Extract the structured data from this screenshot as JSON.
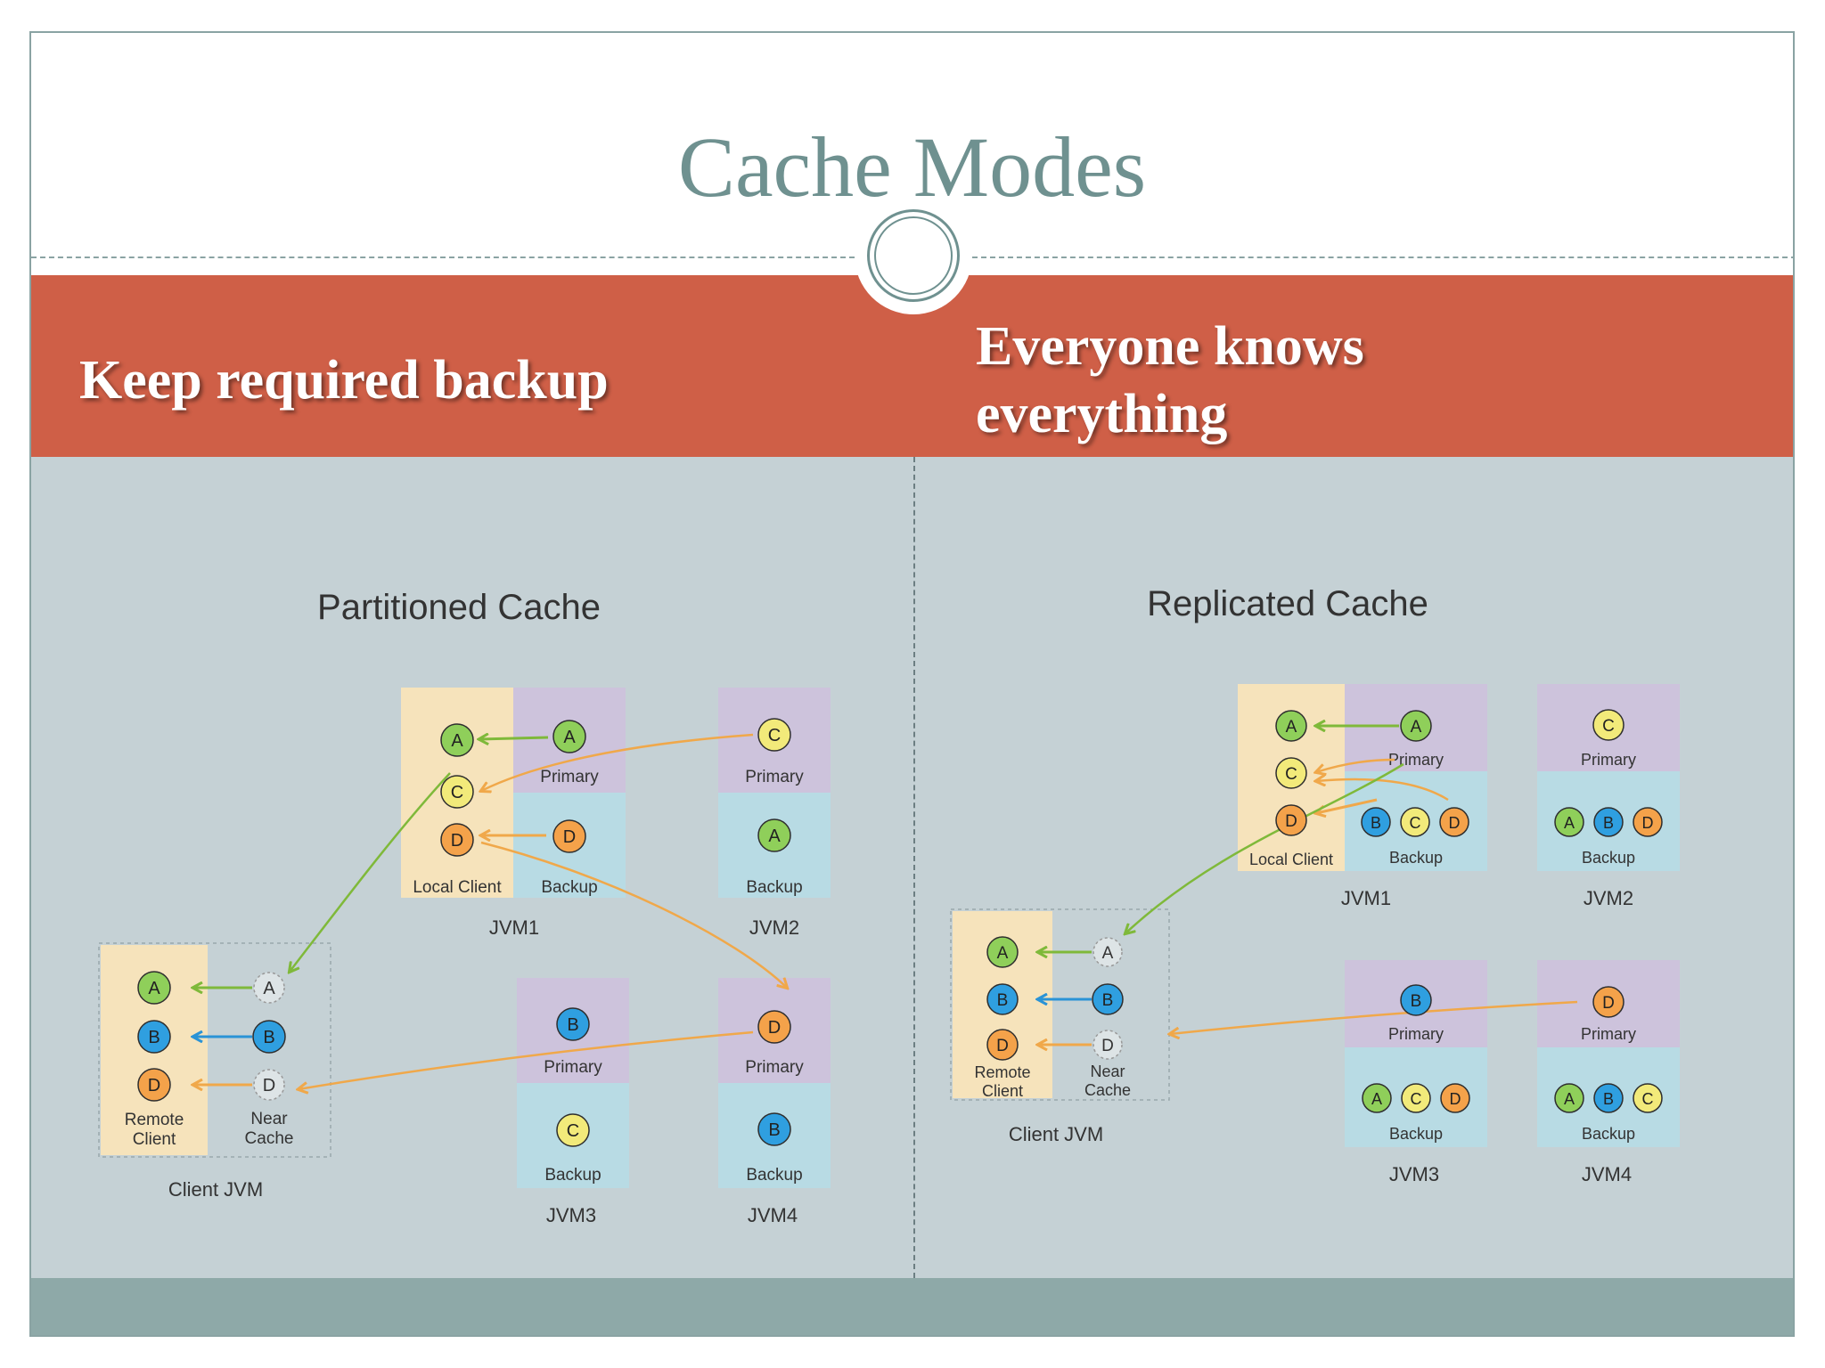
{
  "slide": {
    "title": "Cache Modes",
    "left_header": "Keep required backup",
    "right_header_line1": "Everyone knows",
    "right_header_line2": "everything"
  },
  "partitioned": {
    "title": "Partitioned Cache",
    "local_client": "Local Client",
    "primary": "Primary",
    "backup": "Backup",
    "remote_l1": "Remote",
    "remote_l2": "Client",
    "near_l1": "Near",
    "near_l2": "Cache",
    "client_jvm": "Client JVM",
    "jvm1": "JVM1",
    "jvm2": "JVM2",
    "jvm3": "JVM3",
    "jvm4": "JVM4",
    "letters": {
      "a": "A",
      "b": "B",
      "c": "C",
      "d": "D"
    }
  },
  "replicated": {
    "title": "Replicated Cache",
    "local_client": "Local Client",
    "primary": "Primary",
    "backup": "Backup",
    "remote_l1": "Remote",
    "remote_l2": "Client",
    "near_l1": "Near",
    "near_l2": "Cache",
    "client_jvm": "Client JVM",
    "jvm1": "JVM1",
    "jvm2": "JVM2",
    "jvm3": "JVM3",
    "jvm4": "JVM4",
    "letters": {
      "a": "A",
      "b": "B",
      "c": "C",
      "d": "D"
    }
  },
  "colors": {
    "band": "#cf5f47",
    "title": "#6f9190",
    "content_bg": "#c5d1d5",
    "footer": "#8ea9a8",
    "node_a": "#8fcf5a",
    "node_b": "#2f9fe0",
    "node_c": "#f2ea7a",
    "node_d": "#f4a24a",
    "primary_box": "#cdc3dc",
    "backup_box": "#b8dbe4",
    "client_box": "#f6e3bb"
  }
}
